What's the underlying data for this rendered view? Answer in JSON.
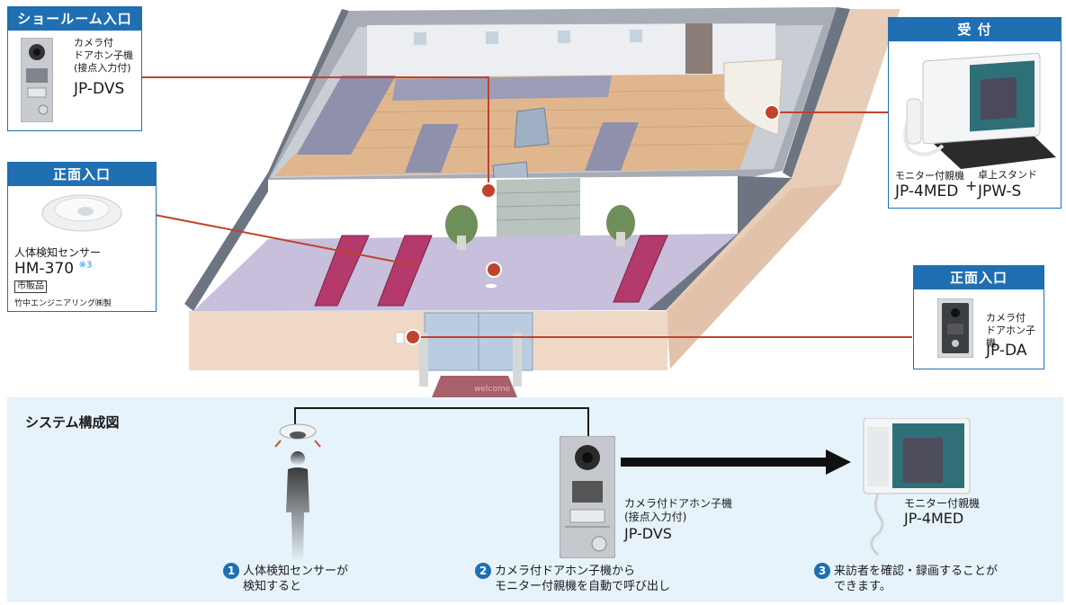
{
  "cards": {
    "showroom": {
      "header": "ショールーム入口",
      "desc_lines": [
        "カメラ付",
        "ドアホン子機",
        "(接点入力付)"
      ],
      "model": "JP-DVS"
    },
    "front_sensor": {
      "header": "正面入口",
      "desc": "人体検知センサー",
      "model": "HM-370",
      "note_mark": "※3",
      "tag": "市販品",
      "maker": "竹中エンジニアリング㈱製"
    },
    "reception": {
      "header": "受 付",
      "label_left": "モニター付親機",
      "plus": "+",
      "label_right": "卓上スタンド",
      "model_left": "JP-4MED",
      "model_right": "JPW-S"
    },
    "front_door": {
      "header": "正面入口",
      "desc_lines": [
        "カメラ付",
        "ドアホン子機"
      ],
      "model": "JP-DA"
    }
  },
  "floor": {
    "mat_text": "welcome"
  },
  "system": {
    "title": "システム構成図",
    "door_label_lines": [
      "カメラ付ドアホン子機",
      "(接点入力付)"
    ],
    "door_model": "JP-DVS",
    "monitor_label": "モニター付親機",
    "monitor_model": "JP-4MED",
    "steps": [
      {
        "num": "1",
        "lines": [
          "人体検知センサーが",
          "検知すると"
        ]
      },
      {
        "num": "2",
        "lines": [
          "カメラ付ドアホン子機から",
          "モニター付親機を自動で呼び出し"
        ]
      },
      {
        "num": "3",
        "lines": [
          "来訪者を確認・録画することが",
          "できます。"
        ]
      }
    ]
  },
  "colors": {
    "brand_blue": "#1f6fb2",
    "callout_red": "#c0432b",
    "system_bg": "#e7f3fb"
  }
}
